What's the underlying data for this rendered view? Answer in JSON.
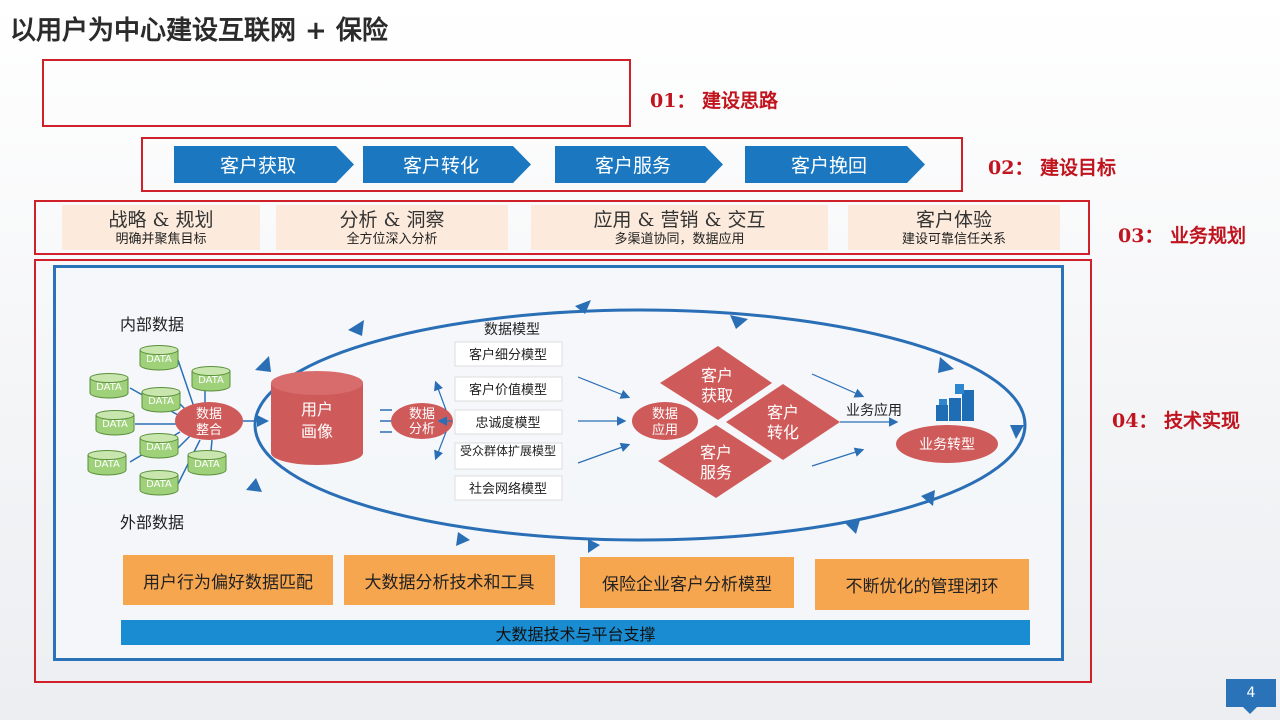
{
  "title": "以用户为中心建设互联网 + 保险",
  "sections": {
    "s1": "01：  建设思路",
    "s2": "02：  建设目标",
    "s3": "03：  业务规划",
    "s4": "04：  技术实现"
  },
  "goals": [
    "客户获取",
    "客户转化",
    "客户服务",
    "客户挽回"
  ],
  "plans": [
    {
      "title": "战略 & 规划",
      "sub": "明确并聚焦目标"
    },
    {
      "title": "分析 & 洞察",
      "sub": "全方位深入分析"
    },
    {
      "title": "应用 & 营销 & 交互",
      "sub": "多渠道协同，数据应用"
    },
    {
      "title": "客户体验",
      "sub": "建设可靠信任关系"
    }
  ],
  "diagram": {
    "internal_label": "内部数据",
    "external_label": "外部数据",
    "data_cyl": "DATA",
    "integrate_line1": "数据",
    "integrate_line2": "整合",
    "profile_line1": "用户",
    "profile_line2": "画像",
    "analysis_line1": "数据",
    "analysis_line2": "分析",
    "models_title": "数据模型",
    "models": [
      "客户细分模型",
      "客户价值模型",
      "忠诚度模型",
      "受众群体扩展模型",
      "社会网络模型"
    ],
    "apply_line1": "数据",
    "apply_line2": "应用",
    "diamonds": {
      "top_line1": "客户",
      "top_line2": "获取",
      "right_line1": "客户",
      "right_line2": "转化",
      "bottom_line1": "客户",
      "bottom_line2": "服务"
    },
    "biz_app": "业务应用",
    "biz_transform": "业务转型"
  },
  "tech": [
    "用户行为偏好数据匹配",
    "大数据分析技术和工具",
    "保险企业客户分析模型",
    "不断优化的管理闭环"
  ],
  "platform": "大数据技术与平台支撑",
  "page_number": "4",
  "colors": {
    "red": "#d0202a",
    "blue": "#1b78c0",
    "ellipse": "#2a6fb6",
    "node": "#cf5a5a",
    "orange": "#f7a650"
  }
}
